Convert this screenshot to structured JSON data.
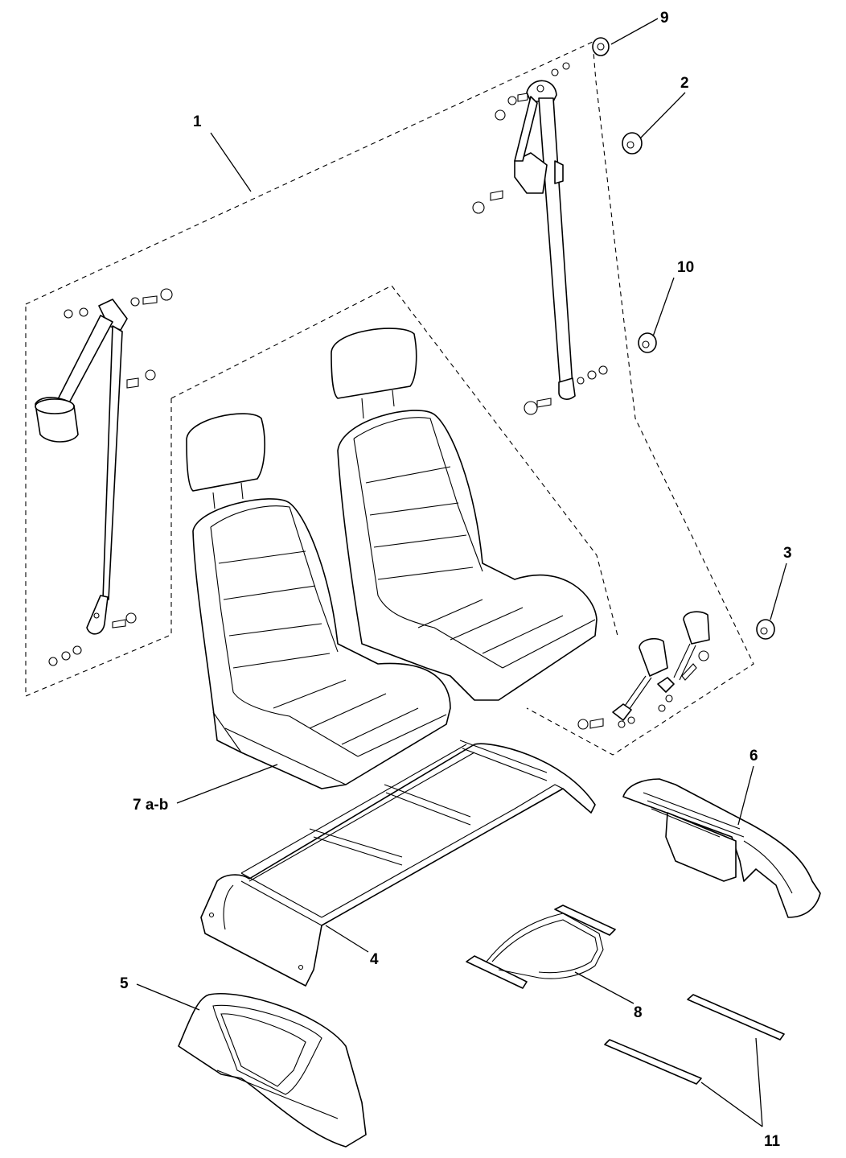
{
  "callouts": {
    "c1": "1",
    "c2": "2",
    "c3": "3",
    "c4": "4",
    "c5": "5",
    "c6": "6",
    "c7": "7 a-b",
    "c8": "8",
    "c9": "9",
    "c10": "10",
    "c11": "11"
  }
}
